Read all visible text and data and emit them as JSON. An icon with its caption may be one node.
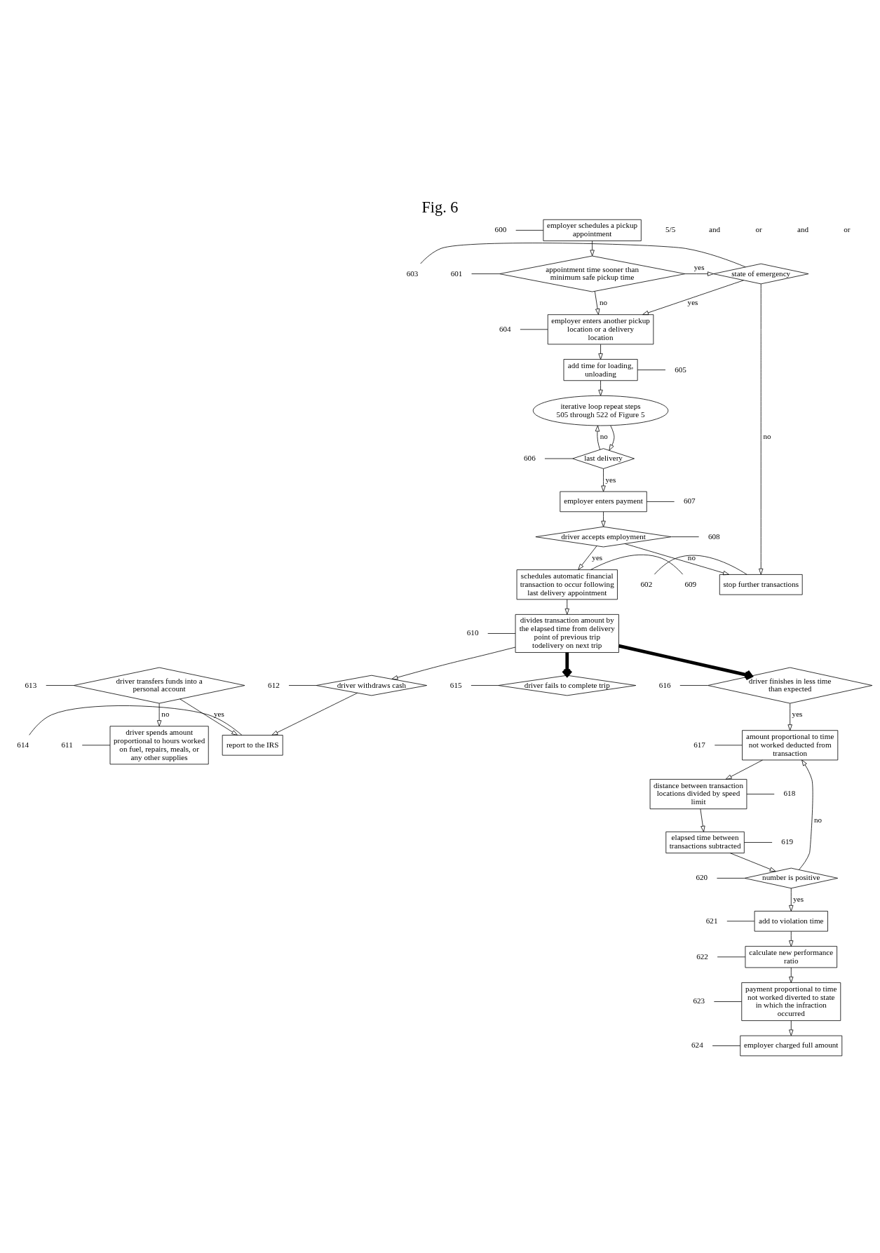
{
  "diagram": {
    "title": "Fig. 6",
    "nodes": [
      {
        "text": [
          "employer schedules a pickup appointment"
        ]
      },
      {
        "text": [
          "appointment time sooner than minimum safe pickup time"
        ]
      },
      {
        "text": [
          "state of emergency"
        ]
      },
      {
        "text": [
          "employer enters another pickup location or a delivery location"
        ]
      },
      {
        "text": [
          "stop further transactions"
        ]
      },
      {
        "text": [
          "add time for loading, unloading"
        ]
      },
      {
        "text": [
          "iterative loop repeat steps 505 through 522 of Figure 5"
        ]
      },
      {
        "text": [
          "last delivery"
        ]
      },
      {
        "text": [
          "employer enters payment"
        ]
      },
      {
        "text": [
          "driver accepts employment"
        ]
      },
      {
        "text": [
          "schedules automatic financial transaction to occur following last delivery appointment"
        ]
      },
      {
        "text": [
          "divides transaction amount by the elapsed time from delivery point of previous trip todelivery on next trip"
        ]
      },
      {
        "text": [
          "driver withdraws cash"
        ]
      },
      {
        "text": [
          "driver transfers funds into a personal account"
        ]
      },
      {
        "text": [
          "report to the IRS"
        ]
      },
      {
        "text": [
          "driver spends amount proportional to hours worked on fuel, repairs, meals, or any other supplies"
        ]
      },
      {
        "text": [
          "driver fails to complete trip"
        ]
      },
      {
        "text": [
          "driver finishes in less time than expected"
        ]
      },
      {
        "text": [
          "amount proportional to time not worked deducted from transaction"
        ]
      },
      {
        "text": [
          "distance between transaction locations divided by speed limit"
        ]
      },
      {
        "text": [
          "elapsed time between transactions subtracted"
        ]
      },
      {
        "text": [
          "number is positive"
        ]
      },
      {
        "text": [
          "add to violation time"
        ]
      },
      {
        "text": [
          "calculate new performance ratio"
        ]
      },
      {
        "text": [
          "payment proportional to time not worked diverted to state in which the infraction occurred"
        ]
      },
      {
        "text": [
          "employer charged full amount"
        ]
      },
      {
        "text": [
          "600"
        ]
      },
      {
        "text": [
          "601"
        ]
      },
      {
        "text": [
          "603"
        ]
      },
      {
        "text": [
          "604"
        ]
      },
      {
        "text": [
          "602"
        ]
      },
      {
        "text": [
          "605"
        ]
      },
      {
        "text": [
          "606"
        ]
      },
      {
        "text": [
          "607"
        ]
      },
      {
        "text": [
          "608"
        ]
      },
      {
        "text": [
          "609"
        ]
      },
      {
        "text": [
          "610"
        ]
      },
      {
        "text": [
          "612"
        ]
      },
      {
        "text": [
          "613"
        ]
      },
      {
        "text": [
          "614"
        ]
      },
      {
        "text": [
          "611"
        ]
      },
      {
        "text": [
          "615"
        ]
      },
      {
        "text": [
          "616"
        ]
      },
      {
        "text": [
          "617"
        ]
      },
      {
        "text": [
          "618"
        ]
      },
      {
        "text": [
          "619"
        ]
      },
      {
        "text": [
          "620"
        ]
      },
      {
        "text": [
          "621"
        ]
      },
      {
        "text": [
          "622"
        ]
      },
      {
        "text": [
          "623"
        ]
      },
      {
        "text": [
          "624"
        ]
      }
    ],
    "edges": [
      {
        "from": 0,
        "to": 1,
        "arrow": "to"
      },
      {
        "from": 1,
        "to": 2,
        "arrow": "to",
        "label": "yes"
      },
      {
        "from": 1,
        "to": 3,
        "arrow": "to",
        "label": "no"
      },
      {
        "from": 2,
        "to": 3,
        "arrow": "to",
        "label": "yes"
      },
      {
        "from": 2,
        "to": 4,
        "arrow": "to",
        "label": "no"
      },
      {
        "from": 3,
        "to": 5,
        "arrow": "to"
      },
      {
        "from": 5,
        "to": 6,
        "arrow": "to"
      },
      {
        "from": 6,
        "to": 7,
        "arrow": "to"
      },
      {
        "from": 7,
        "to": 6,
        "arrow": "to",
        "label": "no"
      },
      {
        "from": 7,
        "to": 8,
        "arrow": "to",
        "label": "yes"
      },
      {
        "from": 8,
        "to": 9,
        "arrow": "to"
      },
      {
        "from": 9,
        "to": 4,
        "arrow": "to",
        "label": "no"
      },
      {
        "from": 9,
        "to": 10,
        "arrow": "to",
        "label": "yes"
      },
      {
        "from": 10,
        "to": 11,
        "arrow": "to"
      },
      {
        "from": 11,
        "to": 16,
        "arrow": "to",
        "style": "thick"
      },
      {
        "from": 11,
        "to": 17,
        "arrow": "to",
        "style": "thick"
      },
      {
        "from": 11,
        "to": 12,
        "arrow": "to"
      },
      {
        "from": 12,
        "to": 14,
        "arrow": "to"
      },
      {
        "from": 13,
        "to": 14,
        "arrow": "to",
        "label": "yes"
      },
      {
        "from": 13,
        "to": 15,
        "arrow": "to",
        "label": "no"
      },
      {
        "from": 17,
        "to": 18,
        "arrow": "to",
        "label": "yes"
      },
      {
        "from": 18,
        "to": 19,
        "arrow": "to"
      },
      {
        "from": 19,
        "to": 20,
        "arrow": "to"
      },
      {
        "from": 20,
        "to": 21,
        "arrow": "to"
      },
      {
        "from": 21,
        "to": 22,
        "arrow": "to",
        "label": "yes"
      },
      {
        "from": 21,
        "to": 18,
        "arrow": "to",
        "label": "no"
      },
      {
        "from": 22,
        "to": 23,
        "arrow": "to"
      },
      {
        "from": 23,
        "to": 24,
        "arrow": "to"
      },
      {
        "from": 24,
        "to": 25,
        "arrow": "to"
      },
      {
        "from": 26,
        "to": 0,
        "arrow": "none"
      },
      {
        "from": 27,
        "to": 1,
        "arrow": "none"
      },
      {
        "from": 28,
        "to": 2,
        "arrow": "none"
      },
      {
        "from": 29,
        "to": 3,
        "arrow": "none"
      },
      {
        "from": 30,
        "to": 4,
        "arrow": "none"
      },
      {
        "from": 31,
        "to": 5,
        "arrow": "none"
      },
      {
        "from": 32,
        "to": 7,
        "arrow": "none"
      },
      {
        "from": 33,
        "to": 8,
        "arrow": "none"
      },
      {
        "from": 34,
        "to": 9,
        "arrow": "none"
      },
      {
        "from": 35,
        "to": 10,
        "arrow": "none"
      },
      {
        "from": 36,
        "to": 11,
        "arrow": "none"
      },
      {
        "from": 37,
        "to": 12,
        "arrow": "none"
      },
      {
        "from": 38,
        "to": 13,
        "arrow": "none"
      },
      {
        "from": 39,
        "to": 14,
        "arrow": "none"
      },
      {
        "from": 40,
        "to": 15,
        "arrow": "none"
      },
      {
        "from": 41,
        "to": 16,
        "arrow": "none"
      },
      {
        "from": 42,
        "to": 17,
        "arrow": "none"
      },
      {
        "from": 43,
        "to": 18,
        "arrow": "none"
      },
      {
        "from": 44,
        "to": 19,
        "arrow": "none"
      },
      {
        "from": 45,
        "to": 20,
        "arrow": "none"
      },
      {
        "from": 46,
        "to": 21,
        "arrow": "none"
      },
      {
        "from": 47,
        "to": 22,
        "arrow": "none"
      },
      {
        "from": 48,
        "to": 23,
        "arrow": "none"
      },
      {
        "from": 49,
        "to": 24,
        "arrow": "none"
      },
      {
        "from": 50,
        "to": 25,
        "arrow": "none"
      }
    ],
    "labels": [
      "5/5",
      "and",
      "or",
      "and",
      "or"
    ]
  }
}
